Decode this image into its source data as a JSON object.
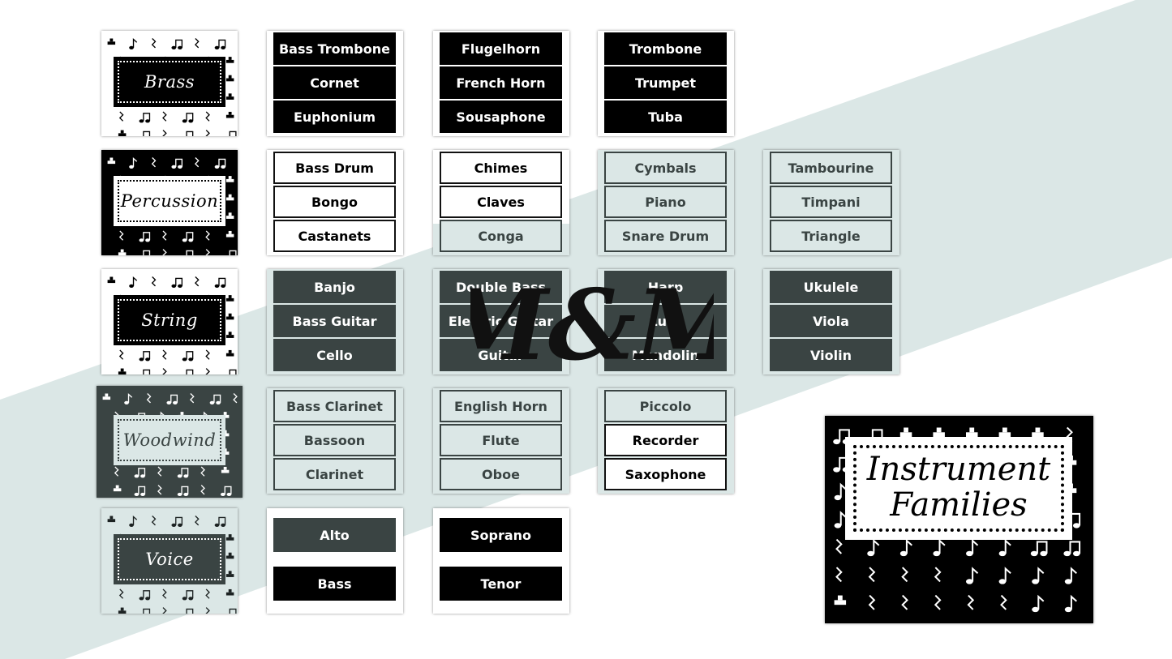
{
  "title_card": {
    "line1": "Instrument",
    "line2": "Families"
  },
  "logo": {
    "text": "M&M"
  },
  "families": [
    {
      "name": "Brass",
      "theme": "white",
      "box": "black",
      "groups": [
        [
          "Bass Trombone",
          "Cornet",
          "Euphonium"
        ],
        [
          "Flugelhorn",
          "French Horn",
          "Sousaphone"
        ],
        [
          "Trombone",
          "Trumpet",
          "Tuba"
        ]
      ],
      "cellStyles": [
        [
          "black",
          "black",
          "black"
        ],
        [
          "black",
          "black",
          "black"
        ],
        [
          "black",
          "black",
          "black"
        ]
      ]
    },
    {
      "name": "Percussion",
      "theme": "black",
      "box": "white",
      "groups": [
        [
          "Bass Drum",
          "Bongo",
          "Castanets"
        ],
        [
          "Chimes",
          "Claves",
          "Conga"
        ],
        [
          "Cymbals",
          "Piano",
          "Snare Drum"
        ],
        [
          "Tambourine",
          "Timpani",
          "Triangle"
        ]
      ],
      "cellStyles": [
        [
          "white",
          "white",
          "white"
        ],
        [
          "white",
          "white",
          "light"
        ],
        [
          "light",
          "light",
          "light"
        ],
        [
          "light",
          "light",
          "light"
        ]
      ]
    },
    {
      "name": "String",
      "theme": "white",
      "box": "black",
      "groups": [
        [
          "Banjo",
          "Bass Guitar",
          "Cello"
        ],
        [
          "Double Bass",
          "Electric Guitar",
          "Guitar"
        ],
        [
          "Harp",
          "Lute",
          "Mandolin"
        ],
        [
          "Ukulele",
          "Viola",
          "Violin"
        ]
      ],
      "cellStyles": [
        [
          "dark",
          "dark",
          "dark"
        ],
        [
          "dark",
          "dark",
          "dark"
        ],
        [
          "dark",
          "dark",
          "dark"
        ],
        [
          "dark",
          "dark",
          "dark"
        ]
      ]
    },
    {
      "name": "Woodwind",
      "theme": "dark",
      "box": "light",
      "groups": [
        [
          "Bass Clarinet",
          "Bassoon",
          "Clarinet"
        ],
        [
          "English Horn",
          "Flute",
          "Oboe"
        ],
        [
          "Piccolo",
          "Recorder",
          "Saxophone"
        ]
      ],
      "cellStyles": [
        [
          "light",
          "light",
          "light"
        ],
        [
          "light",
          "light",
          "light"
        ],
        [
          "light",
          "white",
          "white"
        ]
      ]
    },
    {
      "name": "Voice",
      "theme": "light",
      "box": "dark",
      "groups": [
        [
          "Alto",
          "Bass"
        ],
        [
          "Soprano",
          "Tenor"
        ]
      ],
      "cellStyles": [
        [
          "dark",
          "black"
        ],
        [
          "black",
          "black"
        ]
      ]
    }
  ]
}
